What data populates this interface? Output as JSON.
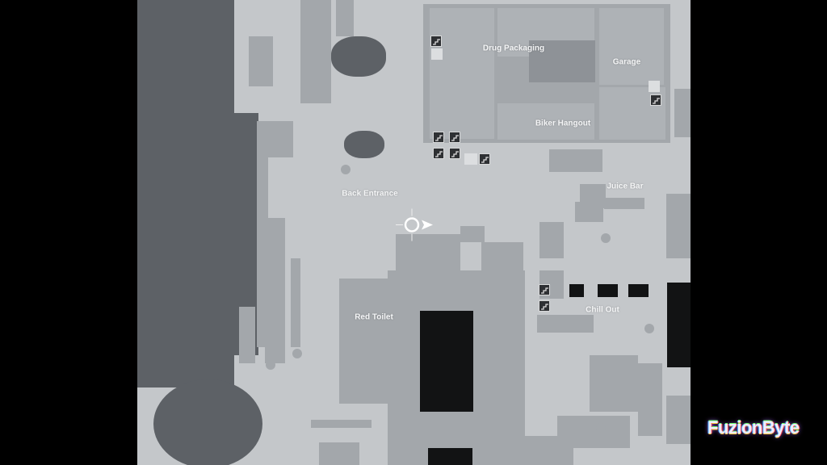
{
  "map": {
    "labels": [
      {
        "text": "Drug Packaging",
        "id": "drug-packaging"
      },
      {
        "text": "Garage",
        "id": "garage"
      },
      {
        "text": "Biker Hangout",
        "id": "biker-hangout"
      },
      {
        "text": "Back Entrance",
        "id": "back-entrance"
      },
      {
        "text": "Juice Bar",
        "id": "juice-bar"
      },
      {
        "text": "Chill Out",
        "id": "chill-out"
      },
      {
        "text": "Red Toilet",
        "id": "red-toilet"
      }
    ],
    "icons": {
      "stairs": "stairs-icon",
      "player": "player-marker-icon"
    },
    "colors": {
      "ground": "#c4c7ca",
      "building": "#a3a7ab",
      "water": "#5d6166",
      "void": "#121314"
    }
  },
  "watermark": "FuzionByte"
}
